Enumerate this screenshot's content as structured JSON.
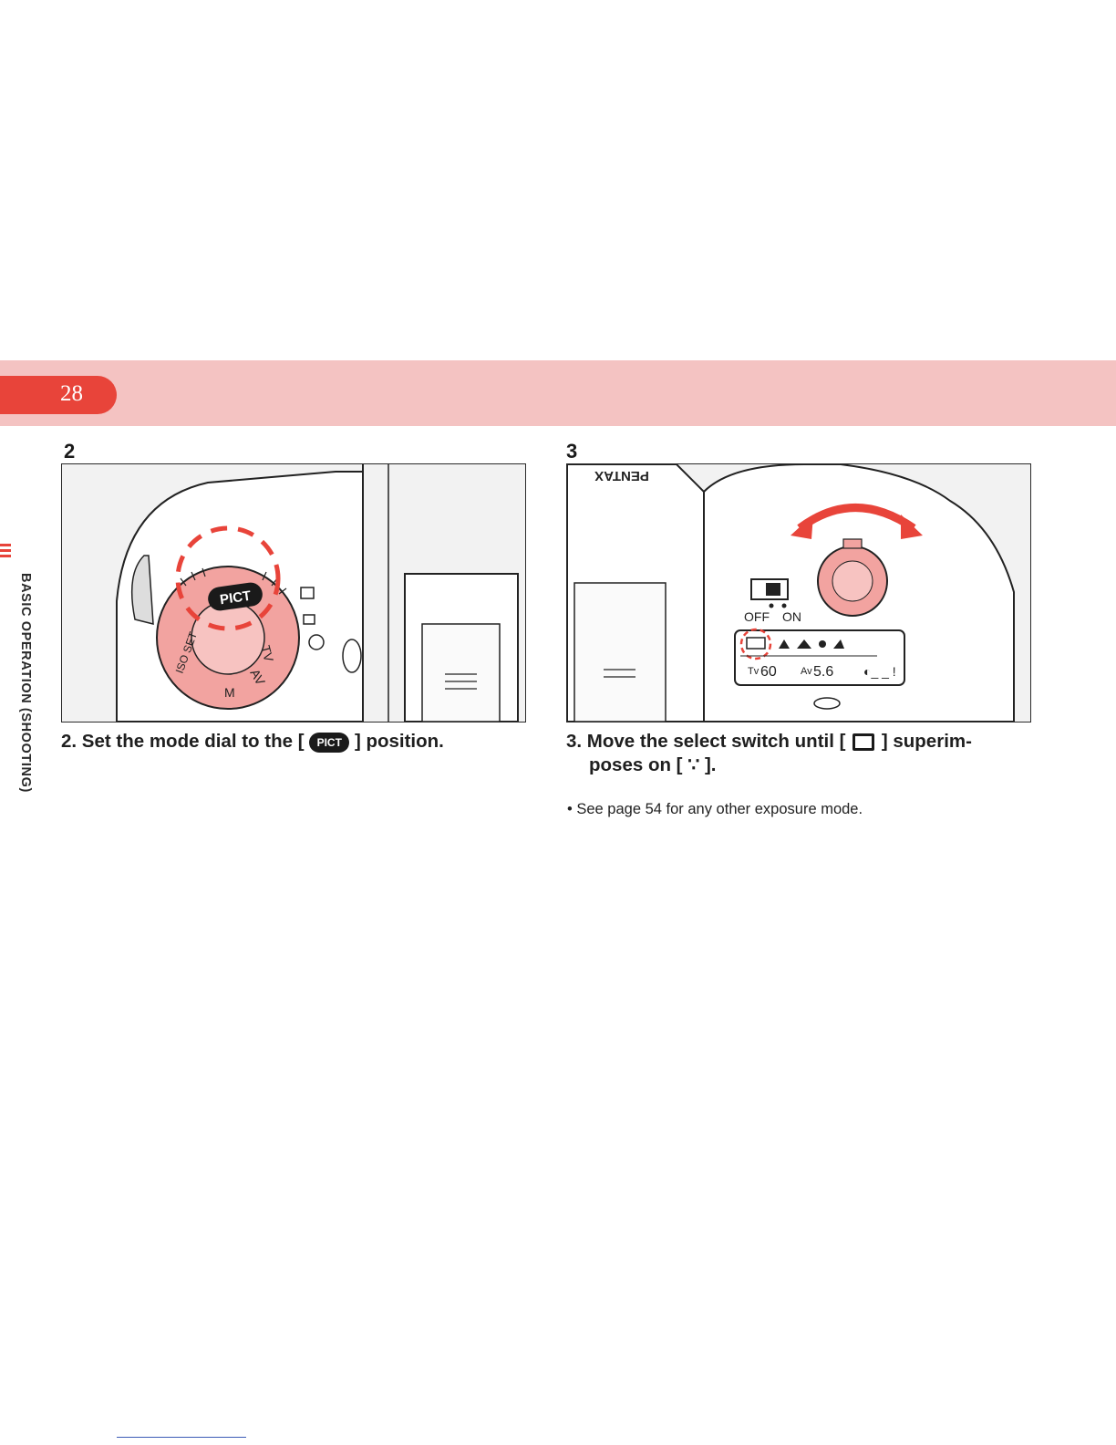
{
  "page": {
    "number": "28",
    "section_tab": "BASIC OPERATION (SHOOTING)"
  },
  "left": {
    "step_number": "2",
    "dial_labels": {
      "pict": "PICT",
      "tv": "TV",
      "av": "AV",
      "m": "M",
      "iso_set": "ISO SET"
    },
    "caption_before": "2. Set the mode dial to the [",
    "caption_icon": "PICT",
    "caption_after": "] position."
  },
  "right": {
    "step_number": "3",
    "brand": "PENTAX",
    "switch_off": "OFF",
    "switch_on": "ON",
    "lcd_tv": "Tv",
    "lcd_tv_value": "60",
    "lcd_av": "Av",
    "lcd_av_value": "5.6",
    "caption_line1_before": "3. Move the select switch until [",
    "caption_line1_after": "] superim-",
    "caption_line2": "poses on [",
    "caption_line2_icon": "∵",
    "caption_line2_after": "].",
    "note": "• See page 54 for any other exposure mode."
  },
  "colors": {
    "accent_red": "#e8443a",
    "band_pink": "#f4c3c2",
    "highlight_pink": "#f2a3a0"
  }
}
